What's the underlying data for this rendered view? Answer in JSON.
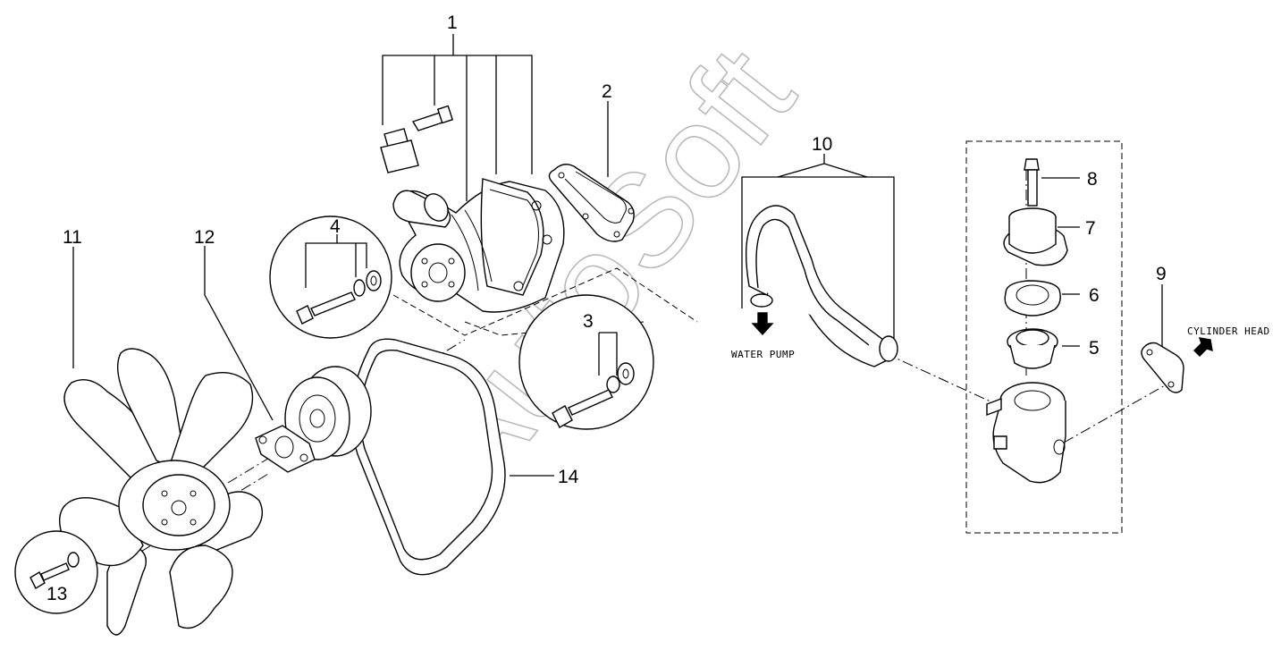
{
  "callouts": {
    "c1": "1",
    "c2": "2",
    "c3": "3",
    "c4": "4",
    "c5": "5",
    "c6": "6",
    "c7": "7",
    "c8": "8",
    "c9": "9",
    "c10": "10",
    "c11": "11",
    "c12": "12",
    "c13": "13",
    "c14": "14"
  },
  "notes": {
    "water_pump": "WATER PUMP",
    "cylinder_head": "CYLINDER HEAD"
  },
  "watermark": "AutoSoft"
}
